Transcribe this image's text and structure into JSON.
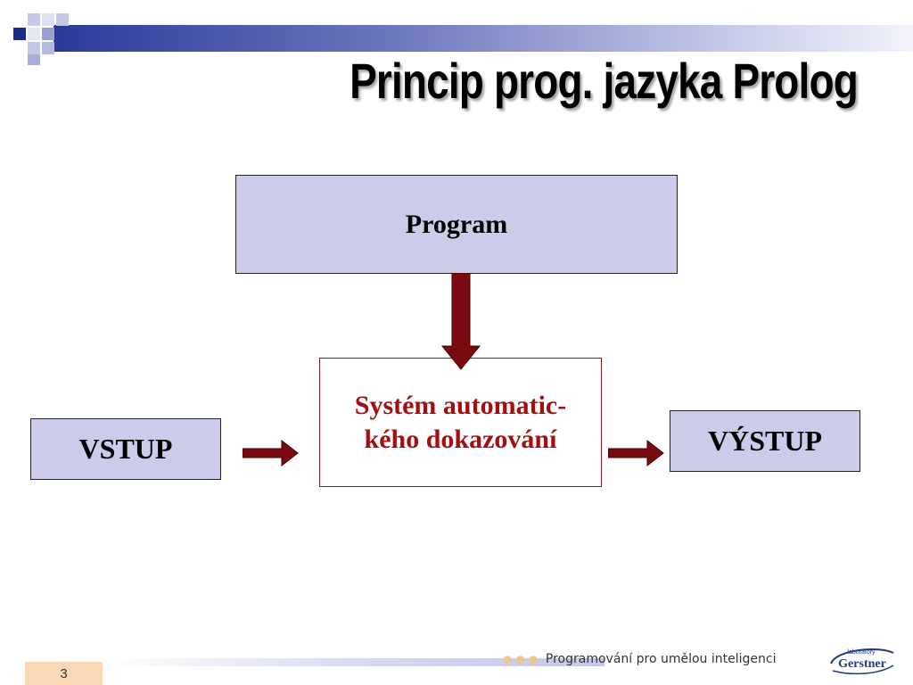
{
  "title": "Princip prog. jazyka Prolog",
  "diagram": {
    "program": "Program",
    "system_line1": "Systém automatic-",
    "system_line2": "kého dokazování",
    "input": "VSTUP",
    "output": "VÝSTUP"
  },
  "footer": {
    "page_number": "3",
    "course": "Programování pro umělou inteligenci",
    "logo_top": "laboratory",
    "logo_main": "Gerstner"
  },
  "colors": {
    "box_fill": "#ccccea",
    "arrow": "#7a0a10",
    "center_text": "#a30f0f"
  }
}
